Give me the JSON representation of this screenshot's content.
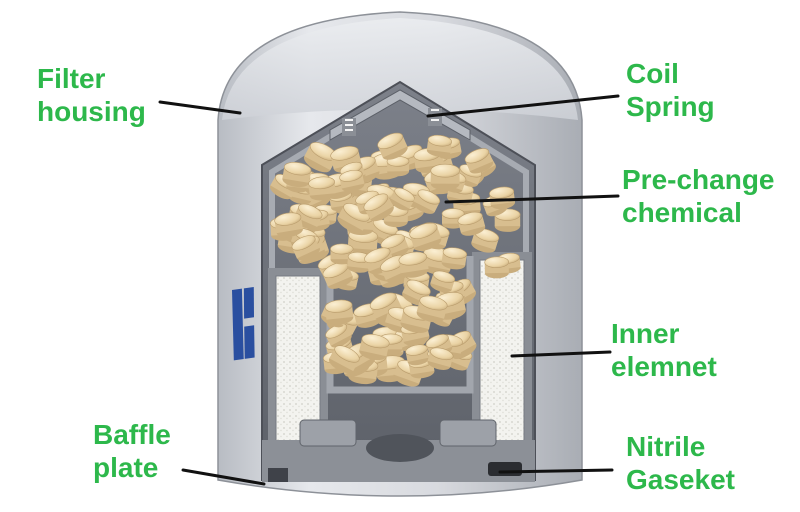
{
  "labels": {
    "filter_housing": [
      "Filter",
      "housing"
    ],
    "coil_spring": [
      "Coil",
      "Spring"
    ],
    "pre_change_chemical": [
      "Pre-change",
      "chemical"
    ],
    "inner_element": [
      "Inner",
      "elemnet"
    ],
    "baffle_plate": [
      "Baffle",
      "plate"
    ],
    "nitrile_gasket": [
      "Nitrile",
      "Gaseket"
    ]
  },
  "colors": {
    "label_text": "#2db84b",
    "leader_line": "#111111",
    "housing": "#d7d9de",
    "housing_shadow": "#9fa3ab",
    "interior": "#6f737b",
    "pellet": "#efdcb4",
    "pellet_shadow": "#c8ad7e",
    "element_media": "#f1f1ee",
    "logo": "#2a4fa0"
  },
  "icons": {
    "housing_logo": "brand-logo-icon"
  }
}
